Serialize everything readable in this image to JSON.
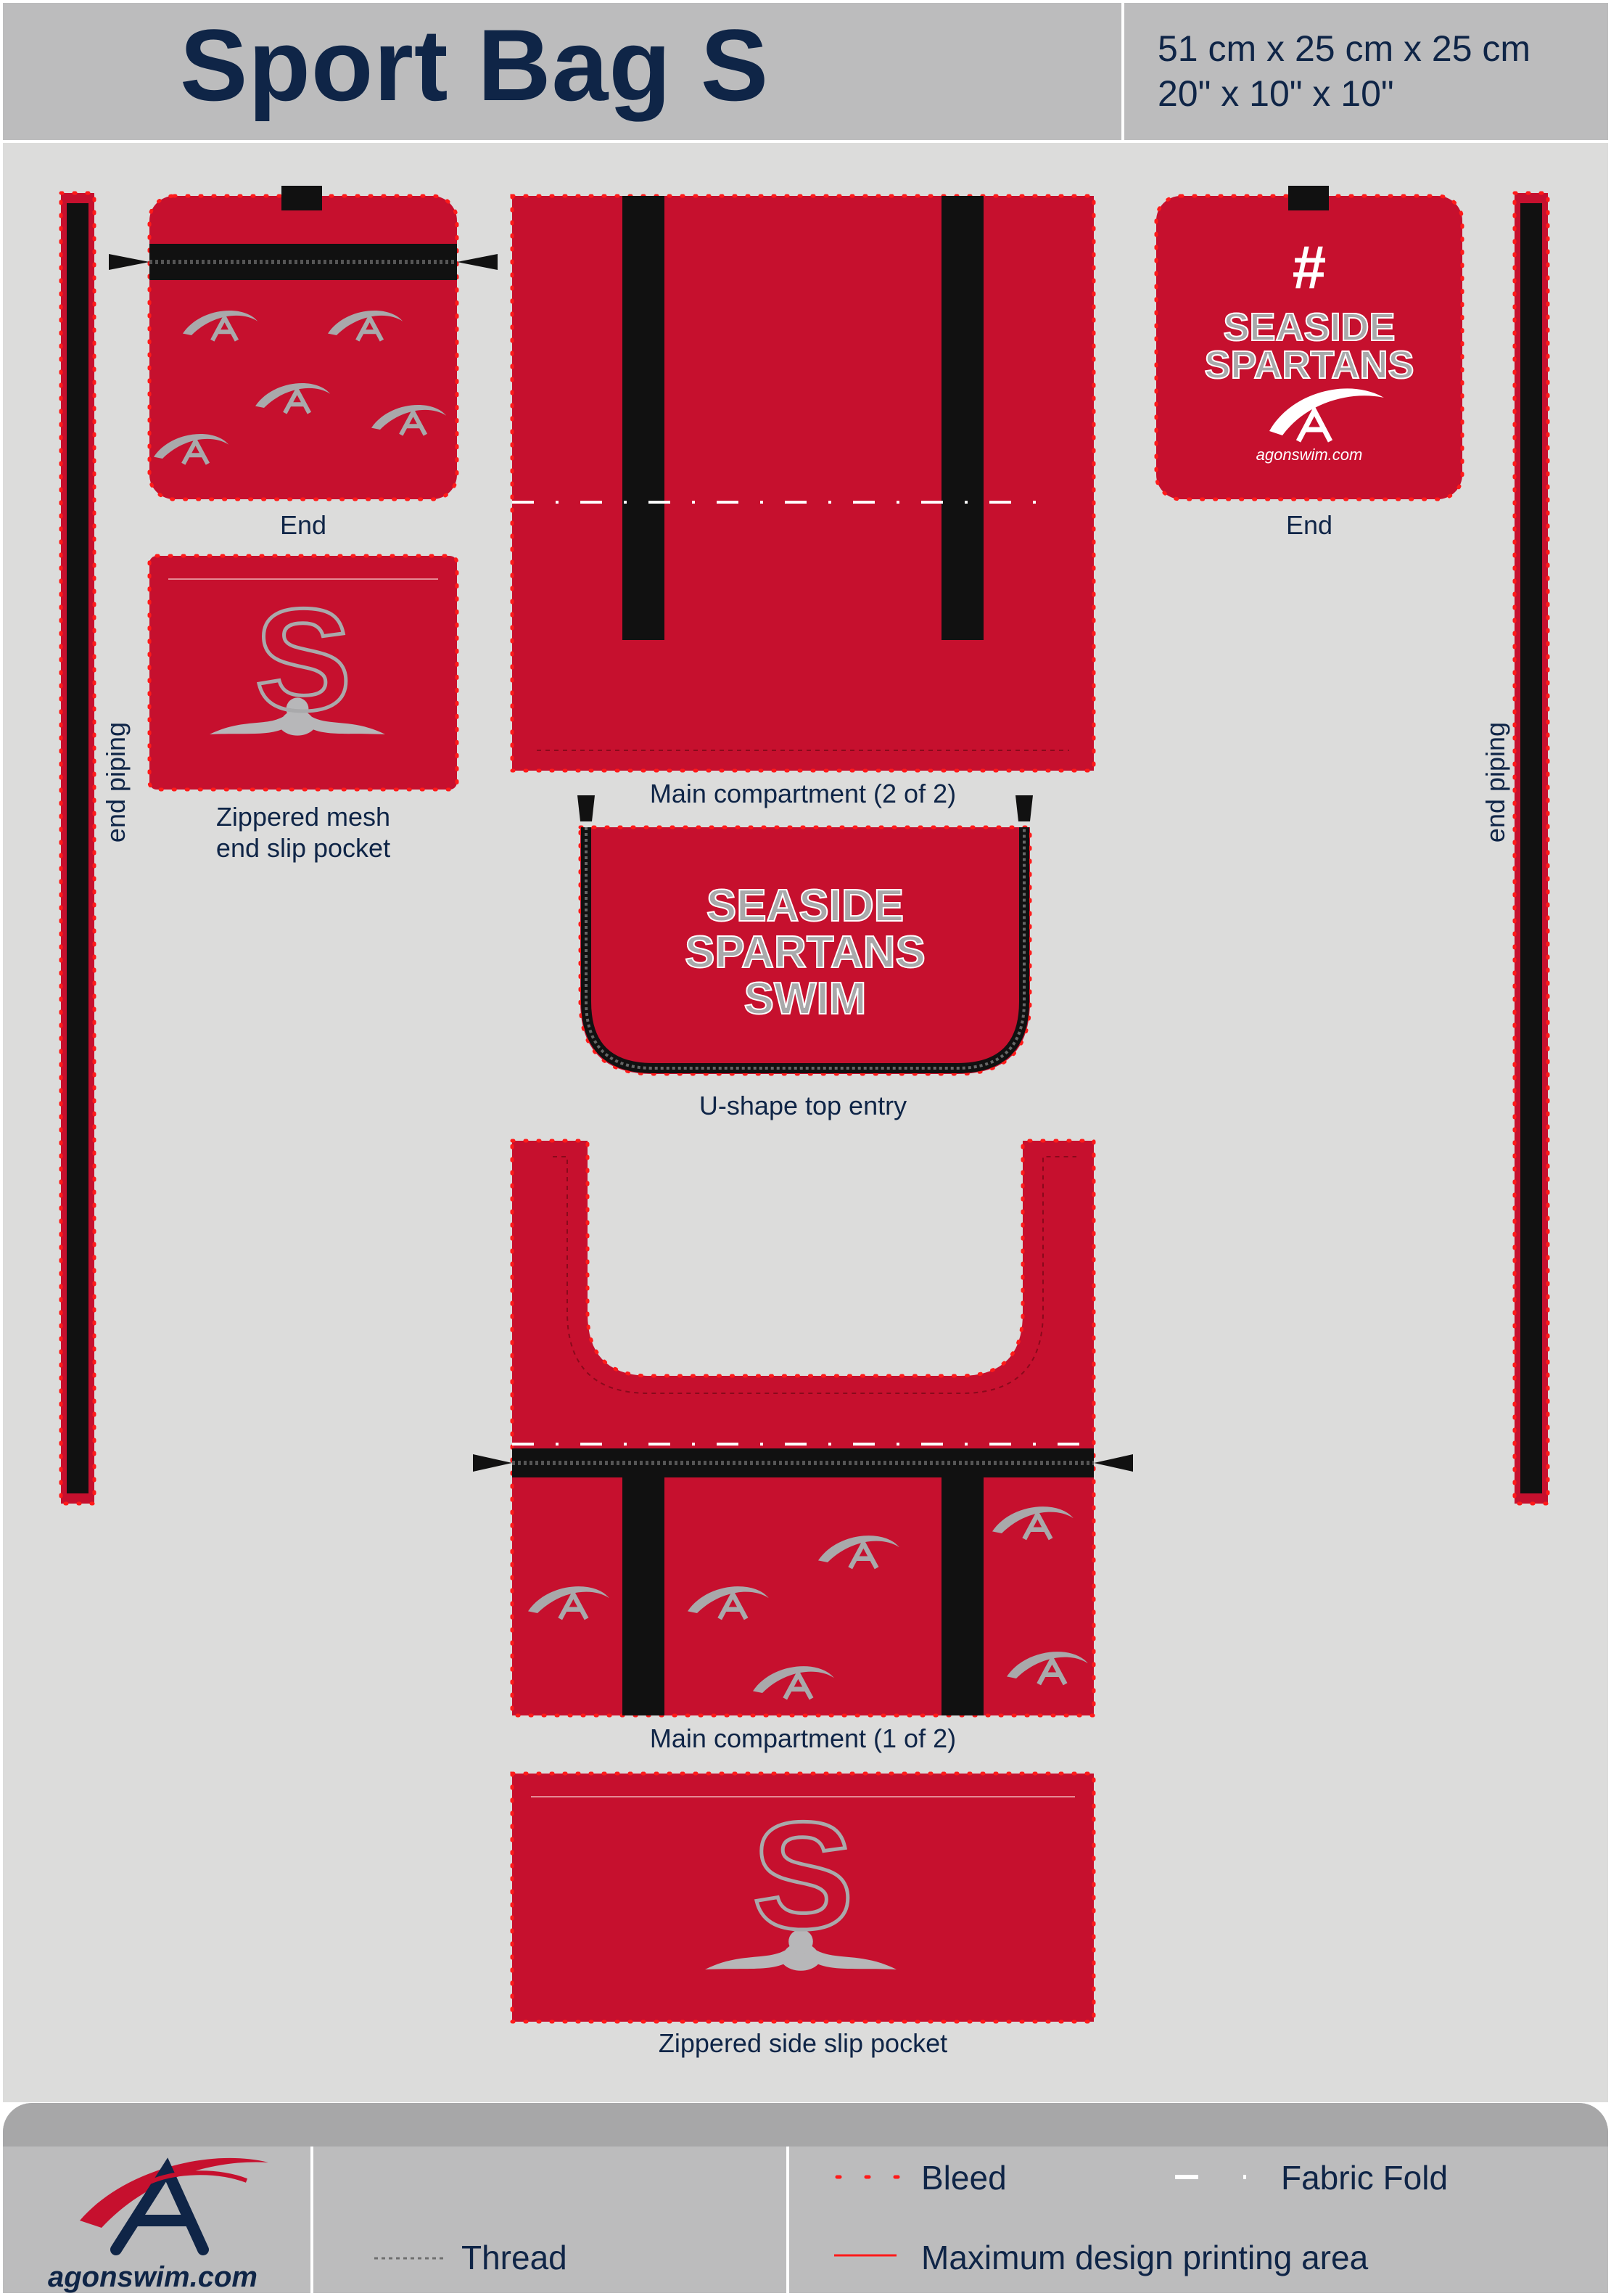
{
  "header": {
    "title": "Sport Bag S",
    "dimensions_cm": "51 cm x 25 cm x 25 cm",
    "dimensions_in": "20\" x 10\" x 10\""
  },
  "panels": {
    "end_left": "End",
    "end_right": "End",
    "end_pocket": "Zippered mesh\nend slip pocket",
    "main_2": "Main compartment (2 of 2)",
    "u_shape": "U-shape top entry",
    "main_1": "Main compartment (1 of 2)",
    "side_pocket": "Zippered side slip pocket",
    "piping_left": "end piping",
    "piping_right": "end piping"
  },
  "artwork": {
    "team_line1": "SEASIDE",
    "team_line2": "SPARTANS",
    "team_line3": "SWIM",
    "number": "#",
    "letter": "S",
    "brand_url": "agonswim.com"
  },
  "legend": {
    "bleed": "Bleed",
    "fabric_fold": "Fabric Fold",
    "thread": "Thread",
    "max_area": "Maximum design printing area"
  },
  "colors": {
    "fabric_red": "#c6102e",
    "navy": "#0f2547",
    "bleed_red": "#ff1a1a",
    "zipper_black": "#111111",
    "art_grey": "#a9a9ab"
  }
}
